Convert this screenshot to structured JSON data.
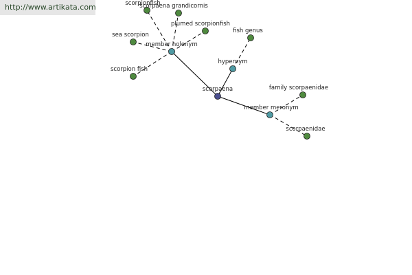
{
  "watermark": {
    "url": "http://www.artikata.com"
  },
  "colors": {
    "center": "#4b4f8f",
    "relation": "#4f9aa3",
    "leaf": "#4f8a3f"
  },
  "nodes": [
    {
      "id": "scorpaena",
      "label": "scorpaena",
      "kind": "center"
    },
    {
      "id": "hypernym",
      "label": "hypernym",
      "kind": "relation"
    },
    {
      "id": "fish-genus",
      "label": "fish genus",
      "kind": "leaf"
    },
    {
      "id": "member-meronym",
      "label": "member meronym",
      "kind": "relation"
    },
    {
      "id": "family-scorpaenidae",
      "label": "family scorpaenidae",
      "kind": "leaf"
    },
    {
      "id": "scorpaenidae",
      "label": "scorpaenidae",
      "kind": "leaf"
    },
    {
      "id": "member-holonym",
      "label": "member holonym",
      "kind": "relation"
    },
    {
      "id": "scorpionfish",
      "label": "scorpionfish",
      "kind": "leaf"
    },
    {
      "id": "scorpaena-grandicornis",
      "label": "scorpaena grandicornis",
      "kind": "leaf"
    },
    {
      "id": "plumed-scorpionfish",
      "label": "plumed scorpionfish",
      "kind": "leaf"
    },
    {
      "id": "sea-scorpion",
      "label": "sea scorpion",
      "kind": "leaf"
    },
    {
      "id": "scorpion-fish",
      "label": "scorpion fish",
      "kind": "leaf"
    }
  ],
  "edges": [
    {
      "from": "scorpaena",
      "to": "hypernym",
      "style": "solid"
    },
    {
      "from": "scorpaena",
      "to": "member-meronym",
      "style": "solid"
    },
    {
      "from": "scorpaena",
      "to": "member-holonym",
      "style": "solid"
    },
    {
      "from": "hypernym",
      "to": "fish-genus",
      "style": "dashed"
    },
    {
      "from": "member-meronym",
      "to": "family-scorpaenidae",
      "style": "dashed"
    },
    {
      "from": "member-meronym",
      "to": "scorpaenidae",
      "style": "dashed"
    },
    {
      "from": "member-holonym",
      "to": "scorpionfish",
      "style": "dashed"
    },
    {
      "from": "member-holonym",
      "to": "scorpaena-grandicornis",
      "style": "dashed"
    },
    {
      "from": "member-holonym",
      "to": "plumed-scorpionfish",
      "style": "dashed"
    },
    {
      "from": "member-holonym",
      "to": "sea-scorpion",
      "style": "dashed"
    },
    {
      "from": "member-holonym",
      "to": "scorpion-fish",
      "style": "dashed"
    }
  ]
}
